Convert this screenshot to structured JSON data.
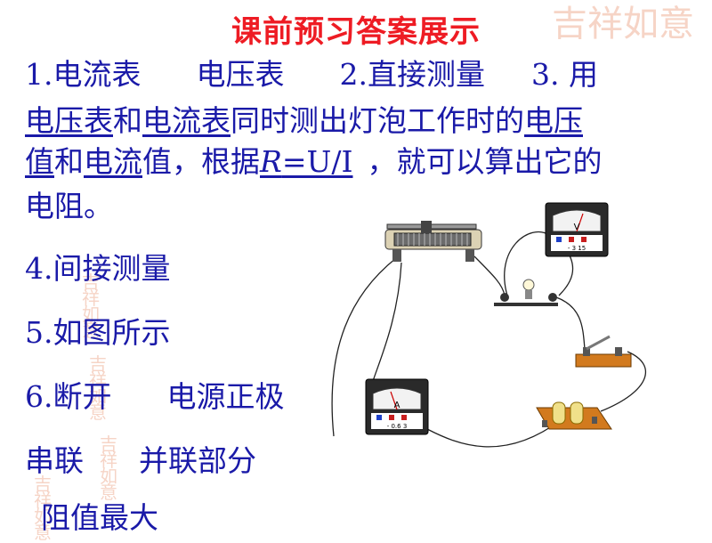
{
  "title": "课前预习答案展示",
  "lines": {
    "l1": {
      "a": "1.电流表",
      "b": "电压表",
      "c": "2.直接测量",
      "d": "3. 用"
    },
    "l2": {
      "a": "电压表",
      "b": "和",
      "c": "电流表",
      "d": "同时测出灯泡工作时的",
      "e": "电压"
    },
    "l3": {
      "a": "值",
      "b": "和",
      "c": "电流",
      "d": "值，根据",
      "e": "R",
      "f": "=U/I",
      "g": "，就可以算出它的"
    },
    "l4": "电阻。",
    "l5": "4.间接测量",
    "l6": "5.如图所示",
    "l7": {
      "a": "6.断开",
      "b": "电源正极"
    },
    "l8": {
      "a": "串联",
      "b": "并联部分"
    },
    "l9": "阻值最大"
  },
  "watermark": {
    "big": "吉祥如意",
    "small": "吉祥如意"
  },
  "circuit": {
    "voltmeter_symbol": "V",
    "ammeter_symbol": "A",
    "voltmeter_scale": "-  3  15",
    "ammeter_scale": "-  0.6  3"
  }
}
